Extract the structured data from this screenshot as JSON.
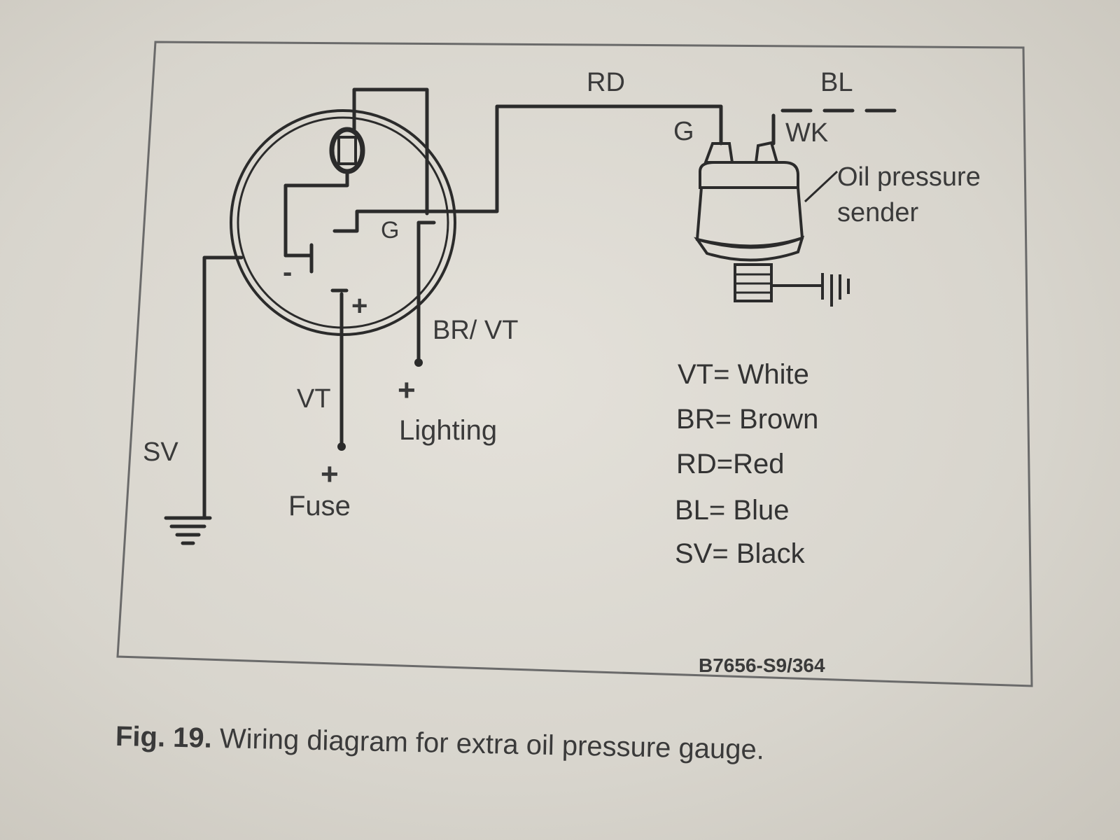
{
  "labels": {
    "rd": "RD",
    "bl": "BL",
    "g_sender": "G",
    "wk": "WK",
    "sender_line1": "Oil pressure",
    "sender_line2": "sender",
    "g_gauge": "G",
    "minus": "-",
    "plus_gauge": "+",
    "br_vt": "BR/ VT",
    "plus_lighting": "+",
    "lighting": "Lighting",
    "vt": "VT",
    "plus_fuse": "+",
    "fuse": "Fuse",
    "sv": "SV"
  },
  "legend": [
    "VT= White",
    "BR= Brown",
    "RD=Red",
    "BL= Blue",
    "SV= Black"
  ],
  "figure_code": "B7656-S9/364",
  "caption": {
    "number": "Fig. 19.",
    "text": "Wiring diagram for extra oil pressure gauge."
  }
}
